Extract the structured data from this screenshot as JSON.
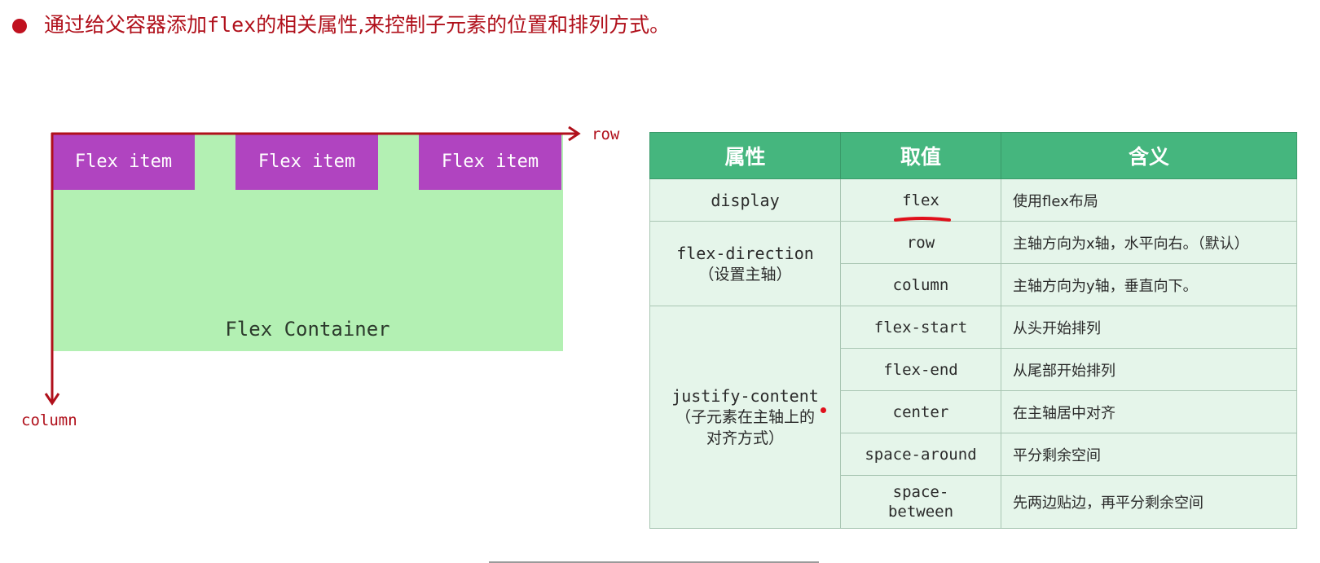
{
  "heading": {
    "part1": "通过给父容器添加",
    "code": "flex",
    "part2": "的相关属性,来控制子元素的位置和排列方式。"
  },
  "diagram": {
    "items": [
      "Flex item",
      "Flex item",
      "Flex item"
    ],
    "container_label": "Flex Container",
    "row_label": "row",
    "column_label": "column"
  },
  "table": {
    "headers": [
      "属性",
      "取值",
      "含义"
    ],
    "display": {
      "property": "display",
      "value": "flex",
      "meaning": "使用flex布局"
    },
    "direction": {
      "property": "flex-direction",
      "property_sub": "（设置主轴）",
      "rows": [
        {
          "value": "row",
          "meaning": "主轴方向为x轴，水平向右。（默认）"
        },
        {
          "value": "column",
          "meaning": "主轴方向为y轴，垂直向下。"
        }
      ]
    },
    "justify": {
      "property": "justify-content",
      "property_sub1": "（子元素在主轴上的",
      "property_sub2": "对齐方式）",
      "rows": [
        {
          "value": "flex-start",
          "meaning": "从头开始排列"
        },
        {
          "value": "flex-end",
          "meaning": "从尾部开始排列"
        },
        {
          "value": "center",
          "meaning": "在主轴居中对齐"
        },
        {
          "value": "space-around",
          "meaning": "平分剩余空间"
        },
        {
          "value1": "space-",
          "value2": "between",
          "meaning": "先两边贴边，再平分剩余空间"
        }
      ]
    }
  },
  "colors": {
    "heading_red": "#b0101b",
    "item_purple": "#b044c0",
    "container_green": "#b3f0b3",
    "table_header_green": "#45b67e",
    "table_cell_bg": "#e5f5ea"
  }
}
